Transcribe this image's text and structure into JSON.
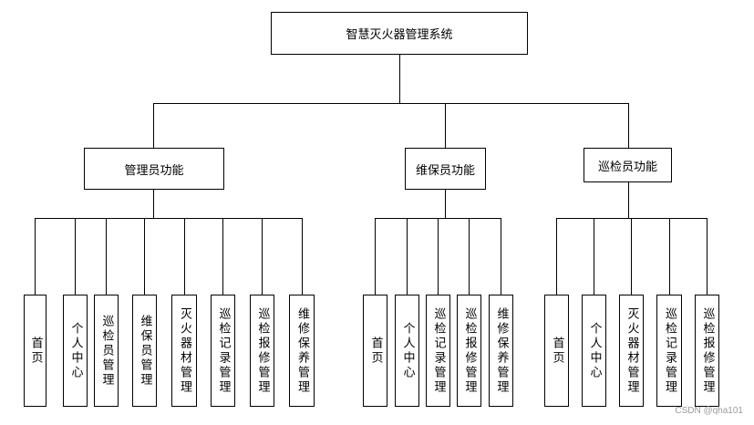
{
  "root": {
    "title": "智慧灭火器管理系统"
  },
  "groups": [
    {
      "title": "管理员功能",
      "items": [
        "首页",
        "个人中心",
        "巡检员管理",
        "维保员管理",
        "灭火器材管理",
        "巡检记录管理",
        "巡检报修管理",
        "维修保养管理"
      ]
    },
    {
      "title": "维保员功能",
      "items": [
        "首页",
        "个人中心",
        "巡检记录管理",
        "巡检报修管理",
        "维修保养管理"
      ]
    },
    {
      "title": "巡检员功能",
      "items": [
        "首页",
        "个人中心",
        "灭火器材管理",
        "巡检记录管理",
        "巡检报修管理"
      ]
    }
  ],
  "watermark": "CSDN @qha101"
}
